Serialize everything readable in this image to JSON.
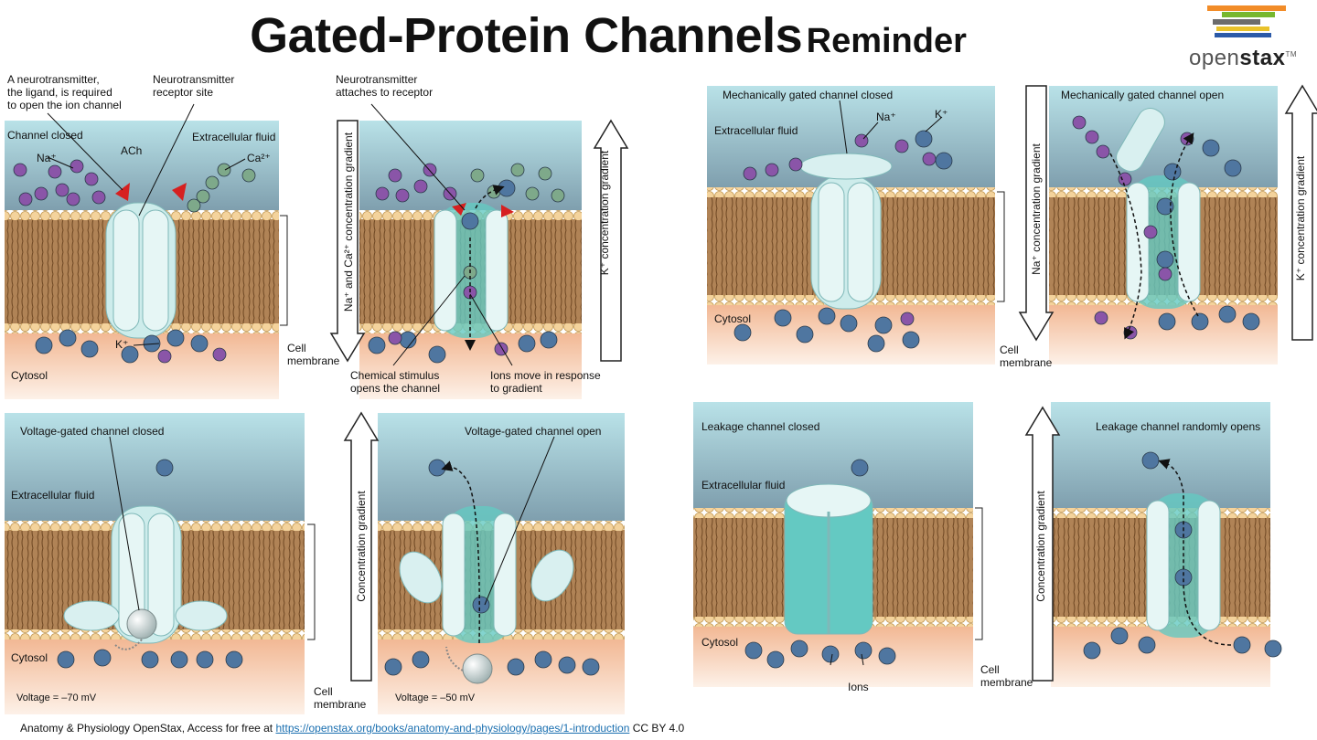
{
  "title": {
    "main": "Gated-Protein Channels",
    "sub": "Reminder"
  },
  "logo": {
    "text_pre": "open",
    "text_bold": "stax",
    "tm": "TM"
  },
  "colors": {
    "sky_top": "#b6dfe6",
    "sky_bottom": "#7b9aa8",
    "cytosol": "#f4c9a8",
    "head": "#f2d19a",
    "tail": "#9a6b3c",
    "channel": "#d9f0f0",
    "channel_core": "#64c9c2",
    "na": "#8a55a8",
    "k": "#4f76a0",
    "ca": "#7ea98a",
    "ligand": "#d62020"
  },
  "ligand_panel": {
    "note_ligand": "A neurotransmitter,\nthe ligand, is required\nto open the ion channel",
    "note_receptor": "Neurotransmitter\nreceptor site",
    "note_attach": "Neurotransmitter\nattaches to receptor",
    "channel_closed": "Channel closed",
    "extracellular": "Extracellular fluid",
    "na": "Na⁺",
    "ach": "ACh",
    "ca": "Ca²⁺",
    "k": "K⁺",
    "cytosol": "Cytosol",
    "cell_membrane": "Cell\nmembrane",
    "gradient_left": "Na⁺ and Ca²⁺ concentration gradient",
    "gradient_right": "K⁺ concentration gradient",
    "chemical": "Chemical stimulus\nopens the channel",
    "ions_move": "Ions move in response\nto gradient"
  },
  "mech_panel": {
    "closed": "Mechanically gated channel closed",
    "open": "Mechanically gated channel open",
    "extracellular": "Extracellular fluid",
    "na": "Na⁺",
    "k": "K⁺",
    "cytosol": "Cytosol",
    "cell_membrane": "Cell\nmembrane",
    "gradient_left": "Na⁺ concentration gradient",
    "gradient_right": "K⁺ concentration gradient"
  },
  "voltage_panel": {
    "closed": "Voltage-gated channel closed",
    "open": "Voltage-gated channel open",
    "extracellular": "Extracellular fluid",
    "cytosol": "Cytosol",
    "voltage_closed": "Voltage = –70 mV",
    "voltage_open": "Voltage = –50 mV",
    "cell_membrane": "Cell\nmembrane",
    "gradient": "Concentration gradient"
  },
  "leak_panel": {
    "closed": "Leakage channel closed",
    "open": "Leakage channel randomly opens",
    "extracellular": "Extracellular fluid",
    "cytosol": "Cytosol",
    "ions": "Ions",
    "cell_membrane": "Cell\nmembrane",
    "gradient": "Concentration gradient"
  },
  "footer": {
    "prefix": "Anatomy & Physiology OpenStax, Access for free at",
    "link": "https://openstax.org/books/anatomy-and-physiology/pages/1-introduction",
    "suffix": "CC BY 4.0"
  }
}
